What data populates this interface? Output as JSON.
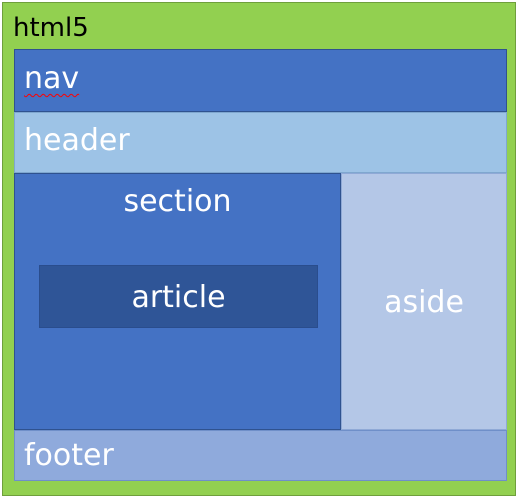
{
  "diagram": {
    "title": "html5",
    "blocks": {
      "nav": "nav",
      "header": "header",
      "section": "section",
      "article": "article",
      "aside": "aside",
      "footer": "footer"
    }
  },
  "colors": {
    "html5_background": "#92d050",
    "nav": "#4472c4",
    "header": "#9dc3e6",
    "section": "#4472c4",
    "article": "#2f5597",
    "aside": "#b4c7e7",
    "footer": "#8faadc",
    "nav_spellcheck_underline": "#ff0000"
  }
}
